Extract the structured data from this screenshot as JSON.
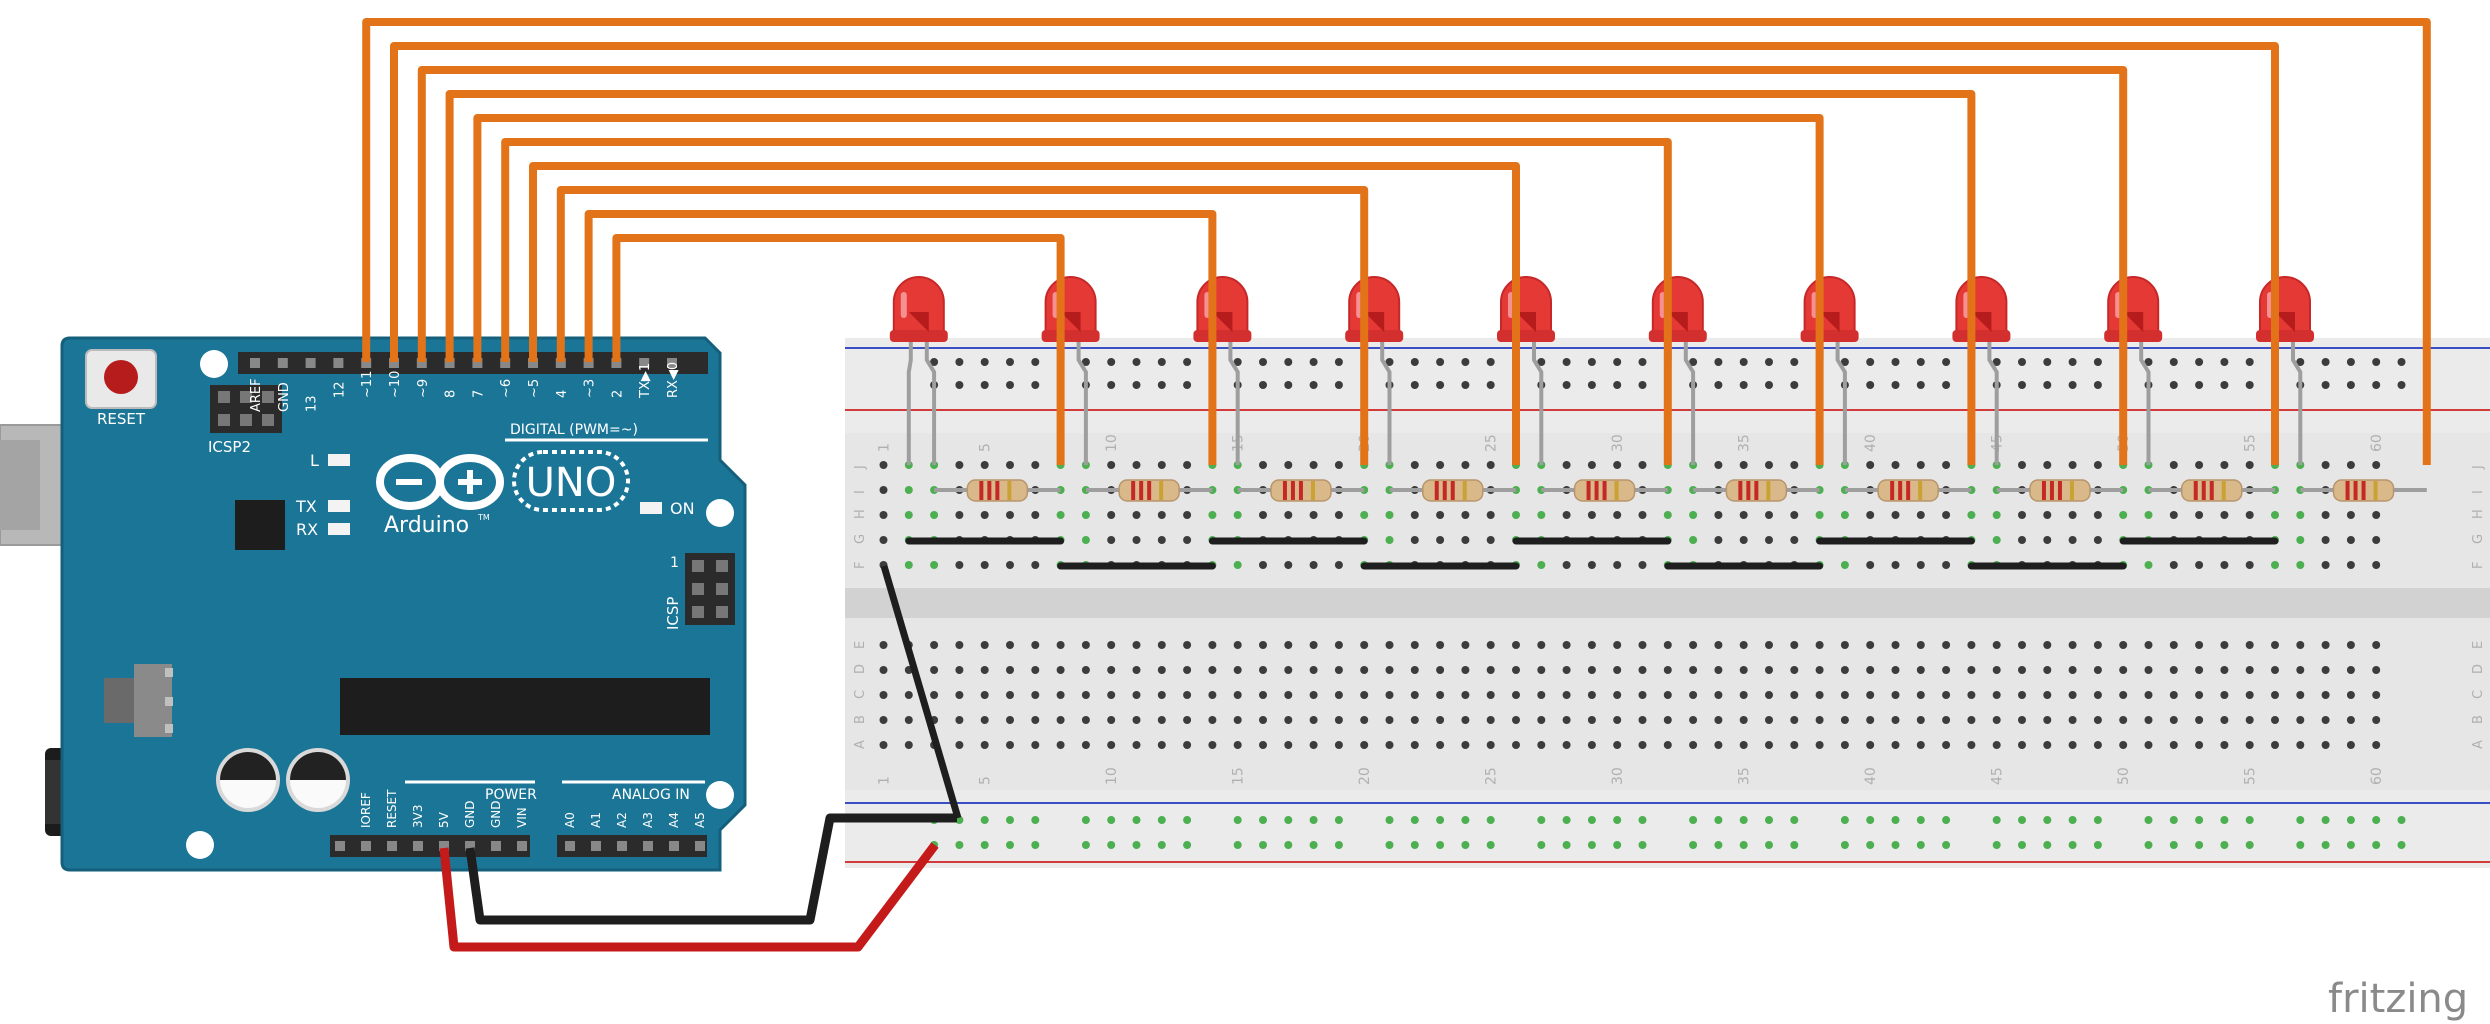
{
  "arduino": {
    "brand": "Arduino",
    "trademark": "TM",
    "model": "UNO",
    "reset_label": "RESET",
    "icsp2_label": "ICSP2",
    "icsp_label": "ICSP",
    "icsp_pin1_label": "1",
    "led_l_label": "L",
    "tx_label": "TX",
    "rx_label": "RX",
    "on_label": "ON",
    "digital_label": "DIGITAL (PWM=~)",
    "power_label": "POWER",
    "analog_label": "ANALOG IN",
    "digital_header_labels": [
      "AREF",
      "GND",
      "13",
      "12",
      "~11",
      "~10",
      "~9",
      "8",
      "7",
      "~6",
      "~5",
      "4",
      "~3",
      "2",
      "TX▶1",
      "RX◀0"
    ],
    "power_header_labels": [
      "IOREF",
      "RESET",
      "3V3",
      "5V",
      "GND",
      "GND",
      "VIN"
    ],
    "analog_header_labels": [
      "A0",
      "A1",
      "A2",
      "A3",
      "A4",
      "A5"
    ],
    "colors": {
      "board": "#1b7596",
      "board_edge": "#14607c",
      "silk": "#ffffff",
      "header": "#2b2b2b",
      "reset_button": "#b71c1c"
    }
  },
  "breadboard": {
    "column_numbers": [
      "1",
      "5",
      "10",
      "15",
      "20",
      "25",
      "30",
      "35",
      "40",
      "45",
      "50",
      "55",
      "60"
    ],
    "top_row_letters": [
      "J",
      "I",
      "H",
      "G",
      "F"
    ],
    "bottom_row_letters": [
      "E",
      "D",
      "C",
      "B",
      "A"
    ],
    "colors": {
      "body": "#e6e6e6",
      "rail_red": "#d33a3a",
      "rail_blue": "#3b4fc4",
      "hole": "#3c3c3c",
      "active_hole": "#4caf50"
    }
  },
  "components": {
    "led_count": 10,
    "resistor_count": 10,
    "led_color": "#e53935",
    "resistor_body_color": "#d9b88a",
    "wire_colors": {
      "signal": "#e37319",
      "ground": "#1e1e1e",
      "power": "#c41a1a"
    }
  },
  "footer": {
    "watermark": "fritzing"
  }
}
